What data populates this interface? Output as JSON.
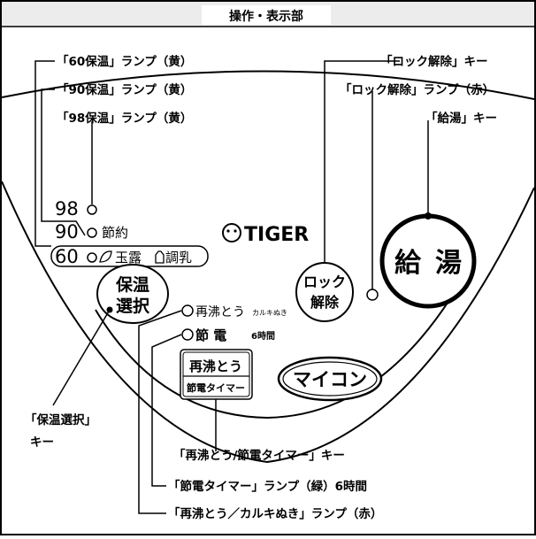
{
  "header": {
    "title": "操作・表示部"
  },
  "callouts": {
    "lamp_60": "「60保温」ランプ（黄）",
    "lamp_90": "「90保温」ランプ（黄）",
    "lamp_98": "「98保温」ランプ（黄）",
    "lock_key": "「ロック解除」キー",
    "lock_lamp": "「ロック解除」ランプ（赤）",
    "dispense_key": "「給湯」キー",
    "select_key_line1": "「保温選択」",
    "select_key_line2": "キー",
    "reboil_key": "「再沸とう/節電タイマー」キー",
    "timer_lamp": "「節電タイマー」ランプ（緑）6時間",
    "reboil_lamp": "「再沸とう／カルキぬき」ランプ（赤）"
  },
  "panel": {
    "temp_98": "98",
    "temp_90": "90",
    "temp_60": "60",
    "setsuyaku": "節約",
    "gyokuro": "玉露",
    "chounyu": "調乳",
    "brand": "TIGER",
    "select_button": {
      "line1": "保温",
      "line2": "選択"
    },
    "lock_button": {
      "line1": "ロック",
      "line2": "解除"
    },
    "dispense_button": {
      "line1": "給",
      "line2": "湯"
    },
    "reboil_lamp_label": "再沸とう",
    "reboil_lamp_small": "カルキぬき",
    "timer_lamp_label": "節 電",
    "timer_lamp_small": "6時間",
    "reboil_button": {
      "line1": "再沸とう",
      "line2": "節電タイマー"
    },
    "microcomputer_badge": "マイコン"
  }
}
